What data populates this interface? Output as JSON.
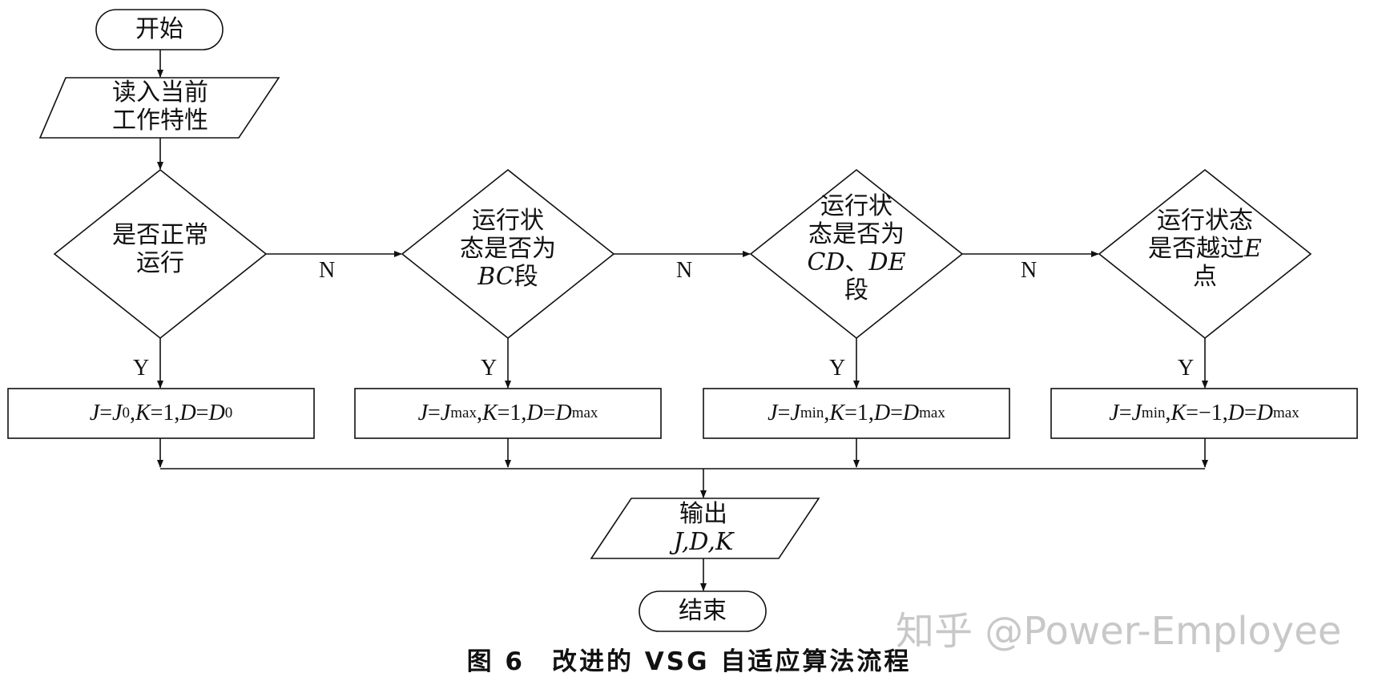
{
  "start": "开始",
  "read_line1": "读入当前",
  "read_line2": "工作特性",
  "d1_line1": "是否正常",
  "d1_line2": "运行",
  "d2_line1": "运行状",
  "d2_line2": "态是否为",
  "d2_line3_text": "段",
  "d2_line3_italic": "BC",
  "d3_line1": "运行状",
  "d3_line2": "态是否为",
  "d3_line3_a": "CD",
  "d3_line3_sep": "、",
  "d3_line3_b": "DE",
  "d3_line4": "段",
  "d4_line1": "运行状态",
  "d4_line2_text": "是否越过",
  "d4_line2_italic": "E",
  "d4_line3": "点",
  "yes": "Y",
  "no": "N",
  "p1": {
    "J": "J",
    "eq1": "=",
    "Jv": "J",
    "Js": "0",
    "K": "K",
    "eq2": "=1,",
    "D": "D",
    "eq3": "=",
    "Dv": "D",
    "Ds": "0"
  },
  "p2": {
    "J": "J",
    "eq1": "=",
    "Jv": "J",
    "Js": "max",
    "K": "K",
    "eq2": "=1,",
    "D": "D",
    "eq3": "=",
    "Dv": "D",
    "Ds": "max"
  },
  "p3": {
    "J": "J",
    "eq1": "=",
    "Jv": "J",
    "Js": "min",
    "K": "K",
    "eq2": "=1,",
    "D": "D",
    "eq3": "=",
    "Dv": "D",
    "Ds": "max"
  },
  "p4": {
    "J": "J",
    "eq1": "=",
    "Jv": "J",
    "Js": "min",
    "K": "K",
    "eq2": "=−1,",
    "D": "D",
    "eq3": "=",
    "Dv": "D",
    "Ds": "max"
  },
  "out_line1": "输出",
  "out_line2": "J,D,K",
  "end": "结束",
  "caption": "图 6　改进的 VSG 自适应算法流程",
  "watermark": "知乎 @Power-Employee"
}
